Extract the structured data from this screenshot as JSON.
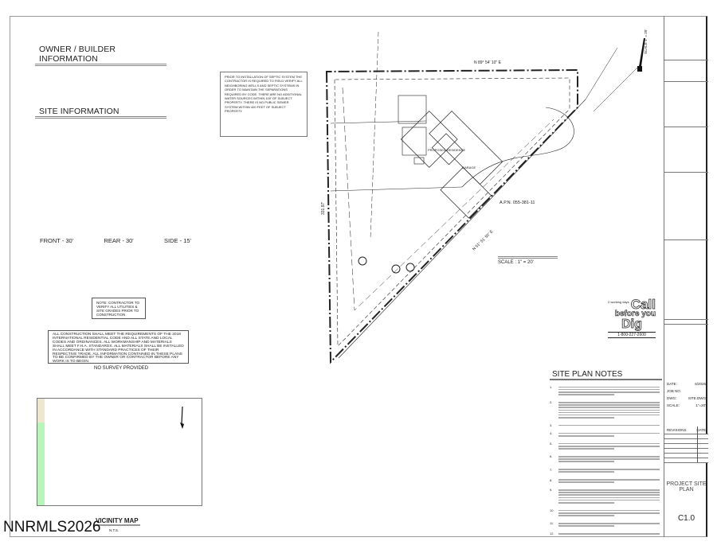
{
  "headings": {
    "owner_builder": "OWNER / BUILDER INFORMATION",
    "site_info": "SITE INFORMATION"
  },
  "setbacks": {
    "front": "FRONT - 30'",
    "rear": "REAR - 30'",
    "side": "SIDE - 15'"
  },
  "contractor_note": "NOTE: CONTRACTOR TO VERIFY ALL UTILITIES & SITE GRADES PRIOR TO CONSTRUCTION",
  "construction_note": "ALL CONSTRUCTION SHALL MEET THE REQUIREMENTS OF THE 2018 INTERNATIONAL RESIDENTIAL CODE AND ALL STATE AND LOCAL CODES AND ORDINANCES. ALL WORKMANSHIP AND MATERIALS SHALL MEET F.H.A. STANDARDS. ALL MATERIALS SHALL BE INSTALLED IN ACCORDANCE WITH STANDARD PRACTICES OF THEIR RESPECTIVE TRADE. ALL INFORMATION CONTAINED IN THESE PLANS TO BE CONFIRMED BY THE OWNER OR CONTRACTOR BEFORE ANY WORK IS TO BEGIN.",
  "no_survey": "NO SURVEY PROVIDED",
  "septic_note": "PRIOR TO INSTALLATION OF SEPTIC SYSTEM THE CONTRACTOR IS REQUIRED TO FIELD VERIFY ALL NEIGHBORING WELLS AND SEPTIC SYSTEMS IN ORDER TO MAINTAIN THE SEPARATIONS REQUIRED BY CODE. THERE ARE NO ADDITIONAL WATER SOURCES WITHIN 100' OF SUBJECT PROPERTY. THERE IS NO PUBLIC SEWER SYSTEM WITHIN 400 FEET OF SUBJECT PROPERTY.",
  "vicinity": {
    "title": "VICINITY MAP",
    "scale": "N.T.S."
  },
  "site_plan": {
    "apn": "A.P.N. 055-381-11",
    "scale": "SCALE : 1\" = 20'",
    "north_scale": "SCALE 1\" = 20'",
    "top_bearing": "N 89° 54' 10\" E",
    "diag_bearing": "N 51° 51' 50\" E",
    "left_dim": "331.97'",
    "building_label": "PROPOSED RESIDENCE",
    "garage_label": "GARAGE"
  },
  "call_before_dig": {
    "small": "2 working days",
    "line1": "Call",
    "line2": "before you",
    "line3": "Dig",
    "phone": "1-800-227-2600"
  },
  "site_plan_notes": {
    "title": "SITE PLAN NOTES",
    "numbers": [
      "1.",
      "2.",
      "3.",
      "4.",
      "5.",
      "6.",
      "7.",
      "8.",
      "9.",
      "10.",
      "11.",
      "12."
    ],
    "line_counts": [
      4,
      7,
      1,
      2,
      3,
      3,
      2,
      2,
      6,
      3,
      2,
      1
    ]
  },
  "title_block": {
    "date_label": "DATE:",
    "date_value": "6/2025",
    "job_label": "JOB NO:",
    "dwg_label": "DWG:",
    "dwg_value": "SITE.DWG",
    "scale_label": "SCALE:",
    "scale_value": "1\"=20'",
    "revisions_label": "REVISIONS",
    "rev_date_label": "DATE",
    "project_title": "PROJECT SITE PLAN",
    "sheet": "C1.0"
  },
  "watermark": "NNRMLS2026",
  "colors": {
    "line": "#222222",
    "map_green": "#b8f5b8",
    "map_tan": "#efe6cf"
  }
}
